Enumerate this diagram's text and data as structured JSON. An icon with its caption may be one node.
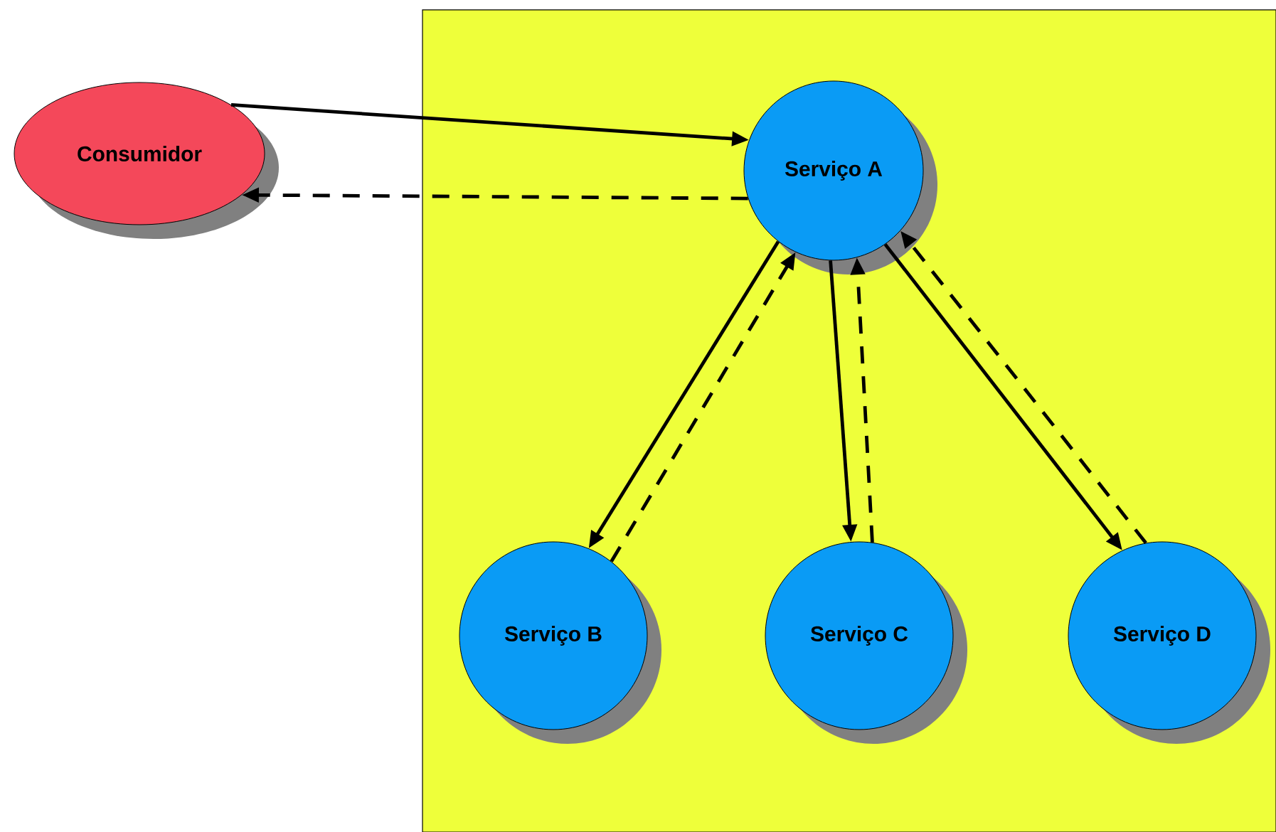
{
  "diagram": {
    "nodes": [
      {
        "text": [
          "Consumidor"
        ]
      },
      {
        "text": [],
        "shape": "box"
      },
      {
        "text": [
          "Serviço A"
        ],
        "in": 1
      },
      {
        "text": [
          "Serviço B"
        ],
        "in": 1
      },
      {
        "text": [
          "Serviço C"
        ],
        "in": 1
      },
      {
        "text": [
          "Serviço D"
        ],
        "in": 1
      }
    ],
    "edges": [
      {
        "from": 0,
        "to": 2,
        "arrow": "to"
      },
      {
        "from": 2,
        "to": 0,
        "arrow": "to",
        "style": "dashed"
      },
      {
        "from": 2,
        "to": 3,
        "arrow": "to"
      },
      {
        "from": 3,
        "to": 2,
        "arrow": "to",
        "style": "dashed"
      },
      {
        "from": 2,
        "to": 4,
        "arrow": "to"
      },
      {
        "from": 4,
        "to": 2,
        "arrow": "to",
        "style": "dashed"
      },
      {
        "from": 2,
        "to": 5,
        "arrow": "to"
      },
      {
        "from": 5,
        "to": 2,
        "arrow": "to",
        "style": "dashed"
      }
    ]
  }
}
